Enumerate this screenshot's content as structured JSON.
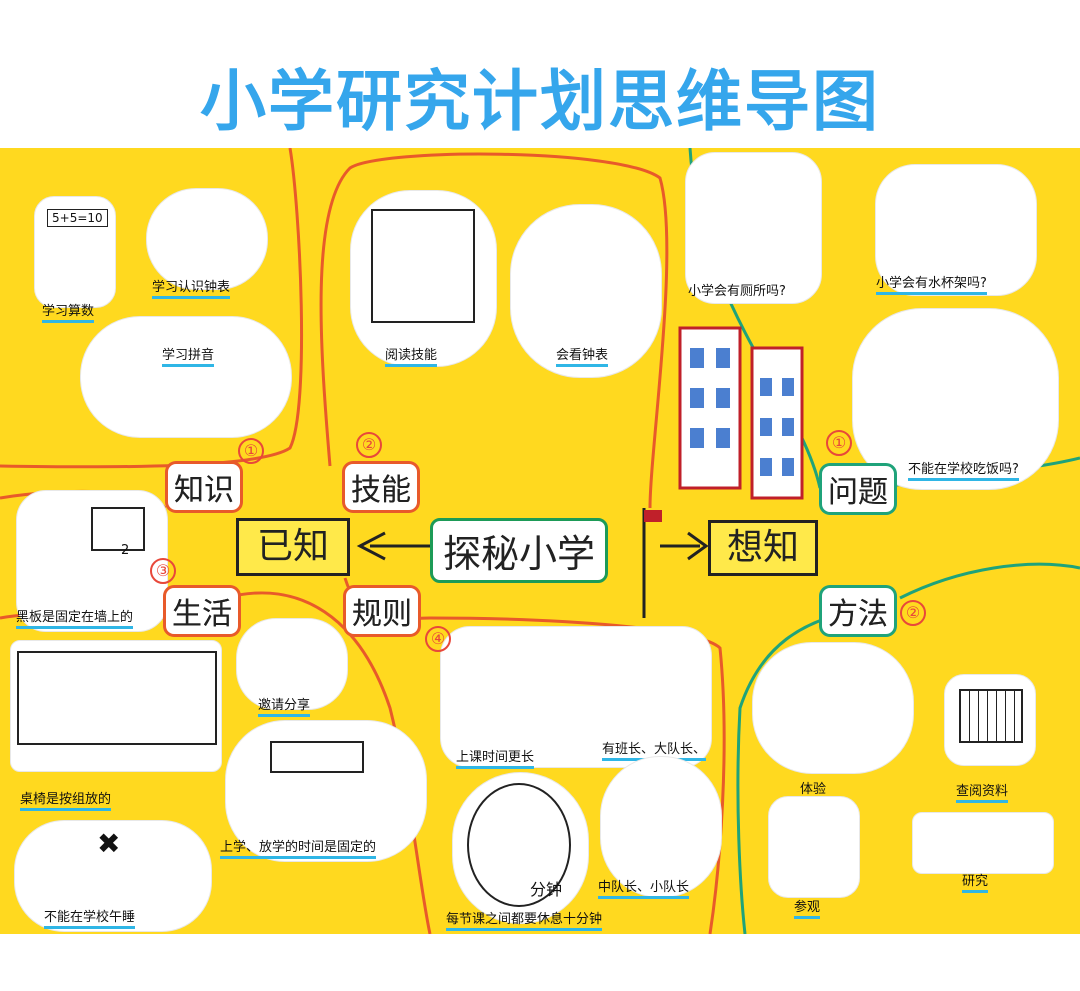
{
  "title": "小学研究计划思维导图",
  "center": "探秘小学",
  "known": "已知",
  "want_know": "想知",
  "branches": {
    "knowledge": "知识",
    "skills": "技能",
    "life": "生活",
    "rules": "规则",
    "questions": "问题",
    "methods": "方法"
  },
  "numbers": [
    "①",
    "②",
    "③",
    "④",
    "①",
    "②"
  ],
  "labels": {
    "math": "学习算数",
    "clock_learn": "学习认识钟表",
    "pinyin": "学习拼音",
    "reading": "阅读技能",
    "clock_read": "会看钟表",
    "toilet": "小学会有厕所吗?",
    "cup_rack": "小学会有水杯架吗?",
    "lunch": "不能在学校吃饭吗?",
    "blackboard": "黑板是固定在墙上的",
    "desks": "桌椅是按组放的",
    "no_nap": "不能在学校午睡",
    "share": "邀请分享",
    "schedule": "上学、放学的时间是固定的",
    "class_time": "上课时间更长",
    "leaders": "有班长、大队长、",
    "break": "每节课之间都要休息十分钟",
    "minutes": "分钟",
    "squad": "中队长、小队长",
    "experience": "体验",
    "research_data": "查阅资料",
    "visit": "参观",
    "research": "研究",
    "math_sum": "5+5=10",
    "board_num": "2"
  },
  "colors": {
    "title": "#35a6ec",
    "board": "#ffd91f",
    "orange_line": "#e85a2a",
    "green_line": "#1fa37a",
    "underline": "#2fb6e6"
  }
}
